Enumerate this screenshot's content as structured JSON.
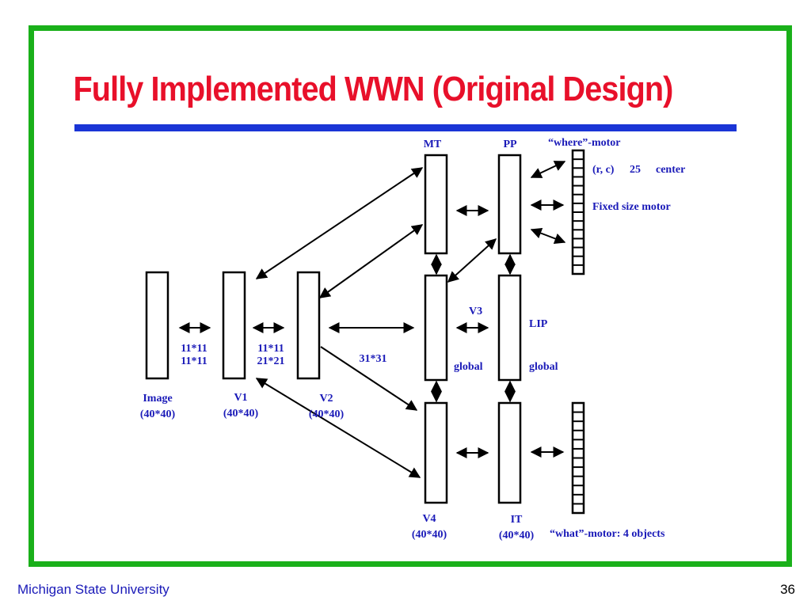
{
  "slide": {
    "title": "Fully Implemented WWN (Original Design)",
    "footer_left": "Michigan State University",
    "page_number": "36"
  },
  "diagram": {
    "areas": {
      "mt": "MT",
      "pp": "PP",
      "v3": "V3",
      "lip": "LIP",
      "v4": "V4",
      "v4_size": "(40*40)",
      "it": "IT",
      "it_size": "(40*40)",
      "image": "Image",
      "image_size": "(40*40)",
      "v1": "V1",
      "v1_size": "(40*40)",
      "v2": "V2",
      "v2_size": "(40*40)"
    },
    "receptive_fields": {
      "image_v1_a": "11*11",
      "image_v1_b": "11*11",
      "v1_v2_a": "11*11",
      "v1_v2_b": "21*21",
      "v2_v3": "31*31",
      "v3_global": "global",
      "lip_global": "global"
    },
    "motors": {
      "where_title": "“where”-motor",
      "where_note_rc": "(r, c)",
      "where_note_count": "25",
      "where_note_center": "center",
      "where_note_fixed": "Fixed size motor",
      "what_title": "“what”-motor: 4 objects"
    }
  },
  "colors": {
    "frame": "#1ab01a",
    "title": "#e8102a",
    "rule": "#1a35d6",
    "label": "#1a1ab8"
  }
}
